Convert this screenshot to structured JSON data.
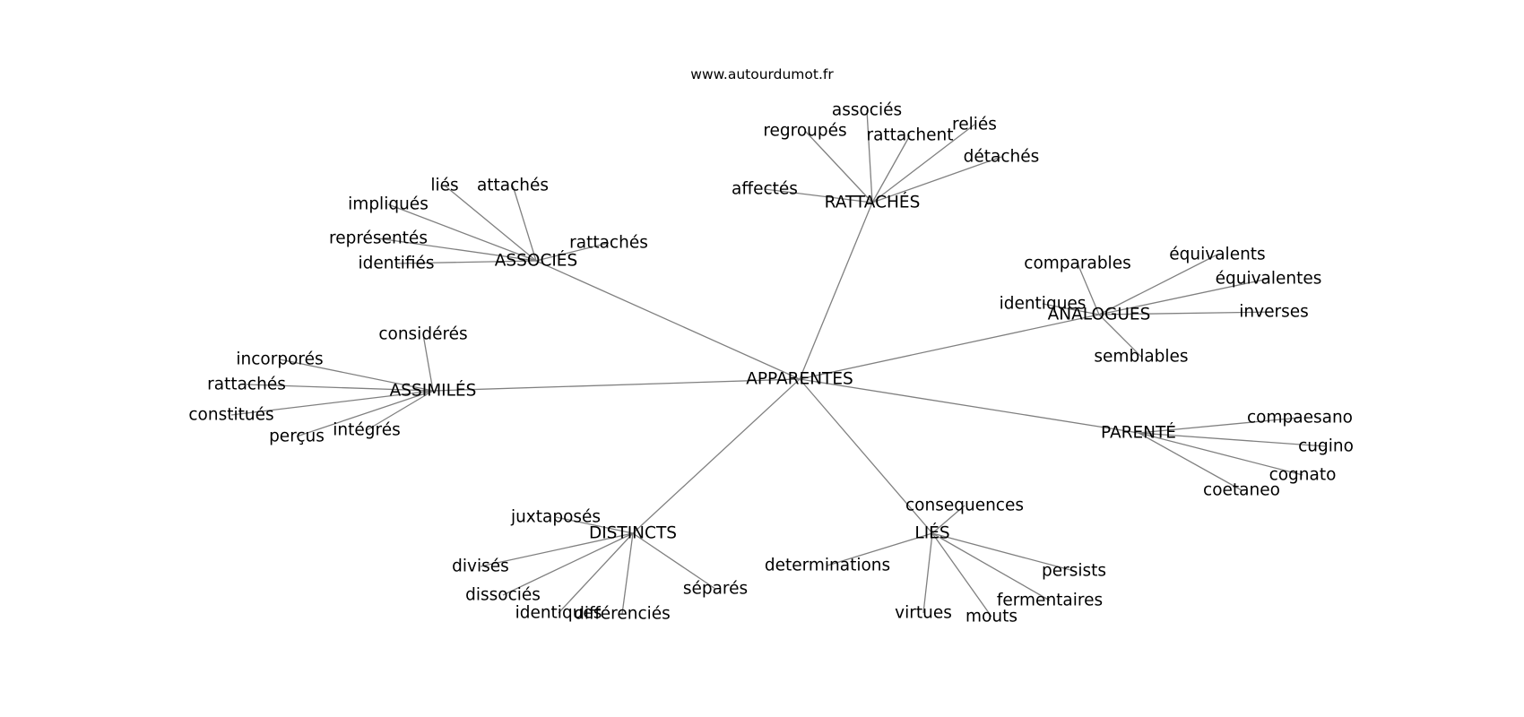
{
  "site_label": "www.autourdumot.fr",
  "root": "APPARENTES",
  "clusters": [
    {
      "id": "associes",
      "label": "ASSOCIÉS",
      "children": [
        "liés",
        "attachés",
        "impliqués",
        "représentés",
        "identifiés",
        "rattachés"
      ]
    },
    {
      "id": "rattaches",
      "label": "RATTACHÉS",
      "children": [
        "associés",
        "regroupés",
        "rattachent",
        "reliés",
        "détachés",
        "affectés"
      ]
    },
    {
      "id": "analogues",
      "label": "ANALOGUES",
      "children": [
        "comparables",
        "équivalents",
        "équivalentes",
        "identiques",
        "inverses",
        "semblables"
      ]
    },
    {
      "id": "assimiles",
      "label": "ASSIMILÉS",
      "children": [
        "considérés",
        "incorporés",
        "rattachés",
        "constitués",
        "perçus",
        "intégrés"
      ]
    },
    {
      "id": "parente",
      "label": "PARENTÉ",
      "children": [
        "compaesano",
        "cugino",
        "cognato",
        "coetaneo"
      ]
    },
    {
      "id": "distincts",
      "label": "DISTINCTS",
      "children": [
        "juxtaposés",
        "divisés",
        "dissociés",
        "identiques",
        "différenciés",
        "séparés"
      ]
    },
    {
      "id": "lies",
      "label": "LIÉS",
      "children": [
        "consequences",
        "determinations",
        "persists",
        "fermentaires",
        "virtues",
        "mouts"
      ]
    }
  ],
  "colors": {
    "edge": "#808080",
    "text": "#000000",
    "background": "#ffffff"
  }
}
